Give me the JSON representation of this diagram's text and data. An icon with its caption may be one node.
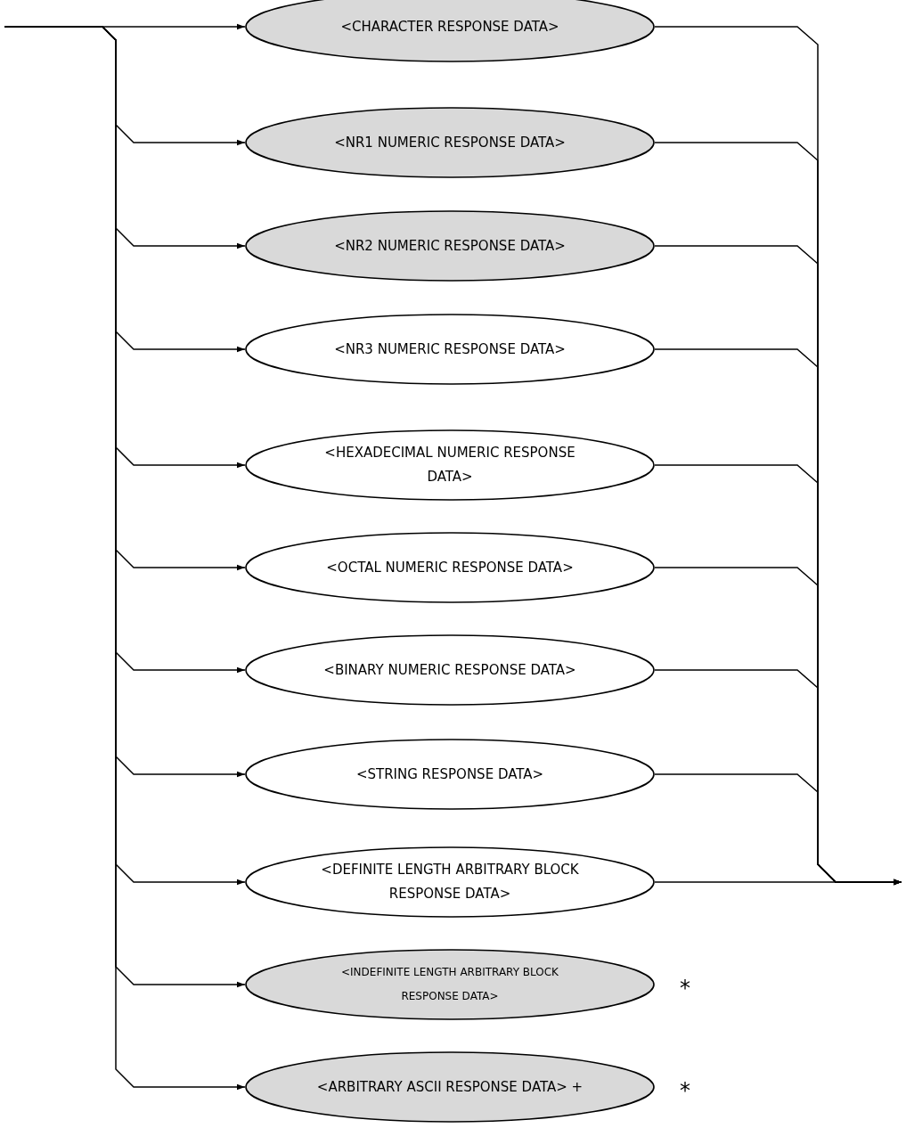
{
  "diagram": {
    "nodes": [
      {
        "text": [
          "<CHARACTER RESPONSE DATA>"
        ]
      },
      {
        "text": [
          "<NR1 NUMERIC RESPONSE DATA>"
        ]
      },
      {
        "text": [
          "<NR2 NUMERIC RESPONSE DATA>"
        ]
      },
      {
        "text": [
          "<NR3 NUMERIC RESPONSE DATA>"
        ]
      },
      {
        "text": [
          "<HEXADECIMAL NUMERIC RESPONSE DATA>"
        ]
      },
      {
        "text": [
          "<OCTAL NUMERIC RESPONSE DATA>"
        ]
      },
      {
        "text": [
          "<BINARY NUMERIC RESPONSE DATA>"
        ]
      },
      {
        "text": [
          "<STRING RESPONSE DATA>"
        ]
      },
      {
        "text": [
          "<DEFINITE LENGTH ARBITRARY BLOCK RESPONSE DATA>"
        ]
      },
      {
        "text": [
          "<INDEFINITE LENGTH ARBITRARY BLOCK RESPONSE DATA>"
        ],
        "beside": [
          "*"
        ]
      },
      {
        "text": [
          "<ARBITRARY ASCII RESPONSE DATA> +"
        ],
        "beside": [
          "*"
        ]
      }
    ],
    "edges": [
      {
        "from": null,
        "to": 0,
        "arrow": "to"
      },
      {
        "from": null,
        "to": 1,
        "arrow": "to"
      },
      {
        "from": null,
        "to": 2,
        "arrow": "to"
      },
      {
        "from": null,
        "to": 3,
        "arrow": "to"
      },
      {
        "from": null,
        "to": 4,
        "arrow": "to"
      },
      {
        "from": null,
        "to": 5,
        "arrow": "to"
      },
      {
        "from": null,
        "to": 6,
        "arrow": "to"
      },
      {
        "from": null,
        "to": 7,
        "arrow": "to"
      },
      {
        "from": null,
        "to": 8,
        "arrow": "to"
      },
      {
        "from": null,
        "to": 9,
        "arrow": "to"
      },
      {
        "from": null,
        "to": 10,
        "arrow": "to"
      },
      {
        "from": 0,
        "to": null,
        "arrow": "to"
      },
      {
        "from": 1,
        "to": null,
        "arrow": "to"
      },
      {
        "from": 2,
        "to": null,
        "arrow": "to"
      },
      {
        "from": 3,
        "to": null,
        "arrow": "to"
      },
      {
        "from": 4,
        "to": null,
        "arrow": "to"
      },
      {
        "from": 5,
        "to": null,
        "arrow": "to"
      },
      {
        "from": 6,
        "to": null,
        "arrow": "to"
      },
      {
        "from": 7,
        "to": null,
        "arrow": "to"
      },
      {
        "from": 8,
        "to": null,
        "arrow": "to"
      }
    ]
  }
}
